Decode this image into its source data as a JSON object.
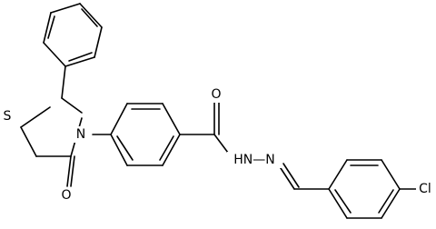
{
  "molecule": {
    "atoms": {
      "S": "S",
      "N_ring": "N",
      "O_ring": "O",
      "O_amide": "O",
      "NH_NH": "HN—N",
      "N_imine": "N",
      "Cl": "Cl"
    },
    "colors": {
      "bond": "#000000",
      "text": "#000000",
      "background": "#ffffff"
    }
  }
}
